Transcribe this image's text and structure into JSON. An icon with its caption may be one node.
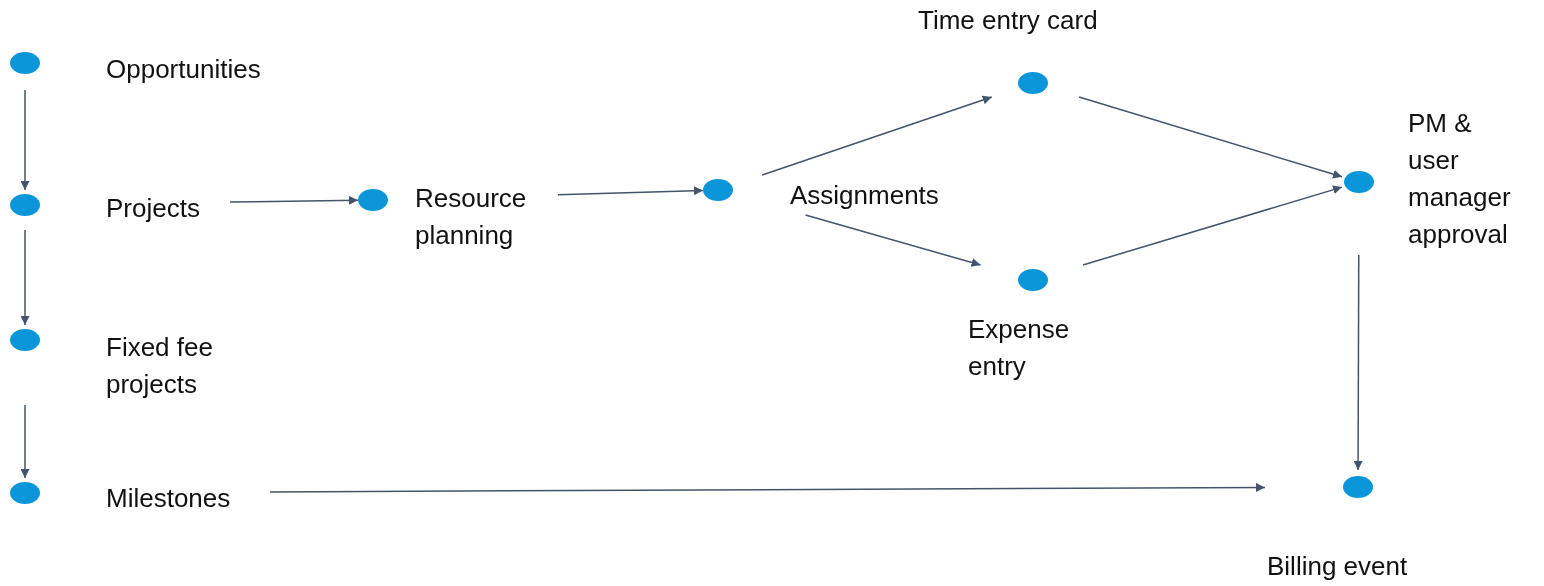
{
  "diagram": {
    "nodes": [
      {
        "text": [],
        "shape": "circle",
        "beside": [
          "Opportunities"
        ]
      },
      {
        "text": [],
        "shape": "circle",
        "beside": [
          "Projects"
        ]
      },
      {
        "text": [],
        "shape": "circle",
        "beside": [
          "Fixed fee projects"
        ]
      },
      {
        "text": [],
        "shape": "circle",
        "beside": [
          "Milestones"
        ]
      },
      {
        "text": [],
        "shape": "circle",
        "beside": [
          "Resource planning"
        ]
      },
      {
        "text": [],
        "shape": "circle",
        "beside": [
          "Assignments"
        ]
      },
      {
        "text": [],
        "shape": "circle",
        "beside": [
          "Time entry card"
        ]
      },
      {
        "text": [],
        "shape": "circle",
        "beside": [
          "Expense entry"
        ]
      },
      {
        "text": [],
        "shape": "circle",
        "beside": [
          "PM & user manager approval"
        ]
      },
      {
        "text": [],
        "shape": "circle",
        "beside": [
          "Billing event"
        ]
      }
    ],
    "edges": [
      {
        "from": 0,
        "to": 1,
        "arrow": "to"
      },
      {
        "from": 1,
        "to": 2,
        "arrow": "to"
      },
      {
        "from": 2,
        "to": 3,
        "arrow": "to"
      },
      {
        "from": 1,
        "to": 4,
        "arrow": "to"
      },
      {
        "from": 4,
        "to": 5,
        "arrow": "to"
      },
      {
        "from": 5,
        "to": 6,
        "arrow": "to"
      },
      {
        "from": 5,
        "to": 7,
        "arrow": "to"
      },
      {
        "from": 6,
        "to": 8,
        "arrow": "to"
      },
      {
        "from": 7,
        "to": 8,
        "arrow": "to"
      },
      {
        "from": 8,
        "to": 9,
        "arrow": "to"
      },
      {
        "from": 3,
        "to": 9,
        "arrow": "to"
      }
    ]
  }
}
